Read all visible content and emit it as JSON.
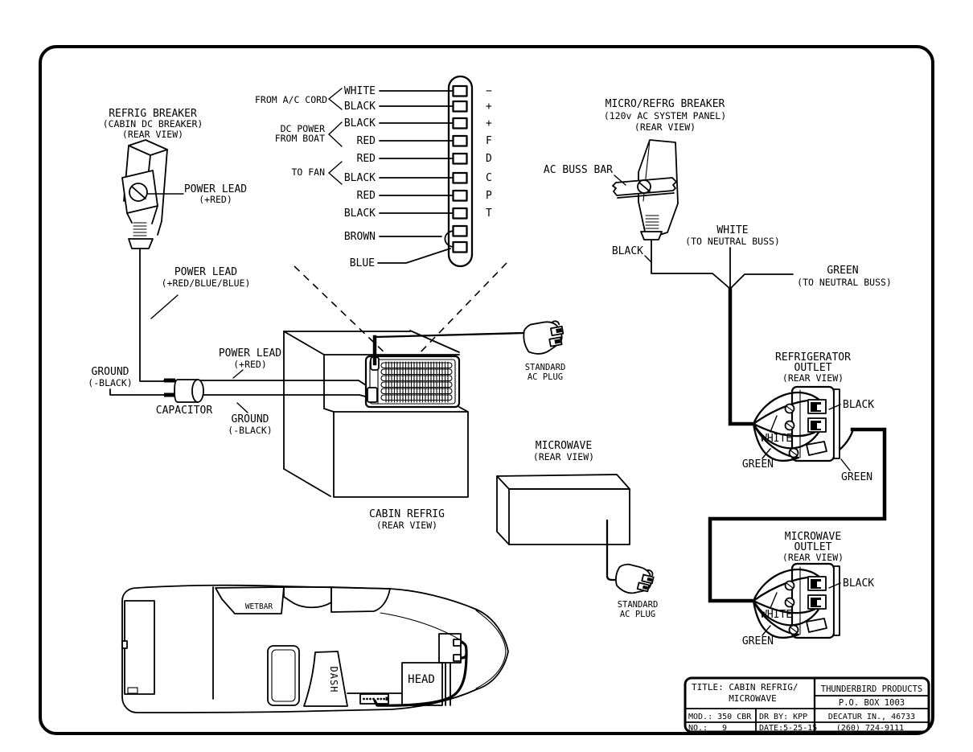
{
  "colors": {
    "ink": "#000000",
    "paper": "#ffffff"
  },
  "dc_breaker": {
    "title1": "REFRIG BREAKER",
    "title2": "(CABIN DC BREAKER)",
    "title3": "(REAR VIEW)",
    "lead_top1": "POWER LEAD",
    "lead_top2": "(+RED)",
    "lead_bottom1": "POWER LEAD",
    "lead_bottom2": "(+RED/BLUE/BLUE)"
  },
  "dc_circuit": {
    "ground_left1": "GROUND",
    "ground_left2": "(-BLACK)",
    "capacitor": "CAPACITOR",
    "lead_mid1": "POWER LEAD",
    "lead_mid2": "(+RED)",
    "ground_mid1": "GROUND",
    "ground_mid2": "(-BLACK)"
  },
  "connector": {
    "group_ac": "FROM A/C CORD",
    "group_dc1": "DC POWER",
    "group_dc2": "FROM BOAT",
    "group_fan": "TO FAN",
    "wires": [
      "WHITE",
      "BLACK",
      "BLACK",
      "RED",
      "RED",
      "BLACK",
      "RED",
      "BLACK",
      "BROWN",
      "BLUE"
    ],
    "terminals": [
      "−",
      "+",
      "+",
      "F",
      "D",
      "C",
      "P",
      "T"
    ]
  },
  "refrig": {
    "label1": "CABIN REFRIG",
    "label2": "(REAR VIEW)",
    "plug1": "STANDARD",
    "plug2": "AC PLUG"
  },
  "microwave": {
    "label1": "MICROWAVE",
    "label2": "(REAR VIEW)",
    "plug1": "STANDARD",
    "plug2": "AC PLUG"
  },
  "ac_breaker": {
    "title1": "MICRO/REFRG BREAKER",
    "title2": "(120v AC SYSTEM PANEL)",
    "title3": "(REAR VIEW)",
    "buss_bar": "AC BUSS BAR",
    "black": "BLACK",
    "white1": "WHITE",
    "white2": "(TO NEUTRAL BUSS)",
    "green1": "GREEN",
    "green2": "(TO NEUTRAL BUSS)"
  },
  "refrig_outlet": {
    "title1": "REFRIGERATOR",
    "title2": "OUTLET",
    "title3": "(REAR VIEW)",
    "black": "BLACK",
    "white": "WHITE",
    "green_left": "GREEN",
    "green_right": "GREEN"
  },
  "micro_outlet": {
    "title1": "MICROWAVE",
    "title2": "OUTLET",
    "title3": "(REAR VIEW)",
    "black": "BLACK",
    "white": "WHITE",
    "green": "GREEN"
  },
  "boat": {
    "wetbar": "WETBAR",
    "dash": "DASH",
    "head": "HEAD"
  },
  "title_block": {
    "row1_left": "TITLE: CABIN REFRIG/",
    "row1_left2": "MICROWAVE",
    "company": "THUNDERBIRD PRODUCTS",
    "address": "P.O. BOX 1003",
    "mod": "MOD.: 350 CBR",
    "dr_by": "DR BY: KPP",
    "city": "DECATUR IN., 46733",
    "no_label": "NO.:",
    "no_value": "9",
    "date": "DATE:5-25-15",
    "phone": "(260) 724-9111"
  }
}
